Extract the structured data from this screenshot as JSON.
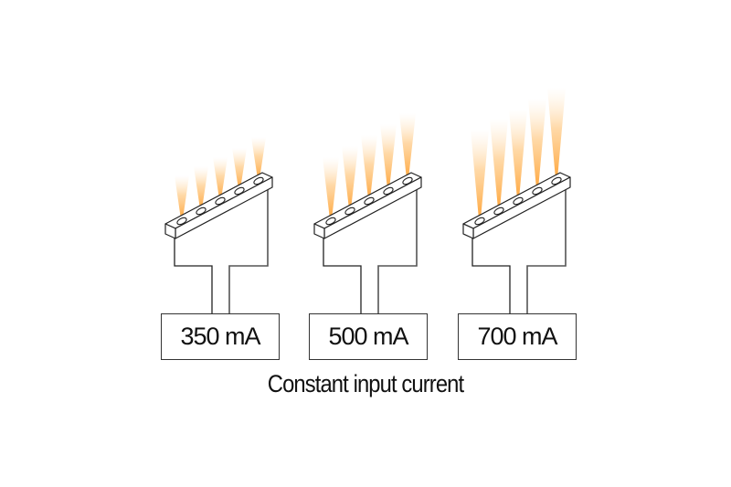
{
  "diagram": {
    "caption": "Constant input current",
    "colors": {
      "beam": "#ffb347",
      "line": "#222222",
      "wire": "#555555",
      "background": "#ffffff"
    },
    "units": [
      {
        "label": "350 mA",
        "current_ma": 350,
        "led_count": 5,
        "beam_tops": [
          192,
          182,
          172,
          162,
          150
        ],
        "beam_width": 16
      },
      {
        "label": "500 mA",
        "current_ma": 500,
        "led_count": 5,
        "beam_tops": [
          172,
          160,
          148,
          136,
          124
        ],
        "beam_width": 18
      },
      {
        "label": "700 mA",
        "current_ma": 700,
        "led_count": 5,
        "beam_tops": [
          142,
          130,
          120,
          108,
          96
        ],
        "beam_width": 20
      }
    ]
  }
}
